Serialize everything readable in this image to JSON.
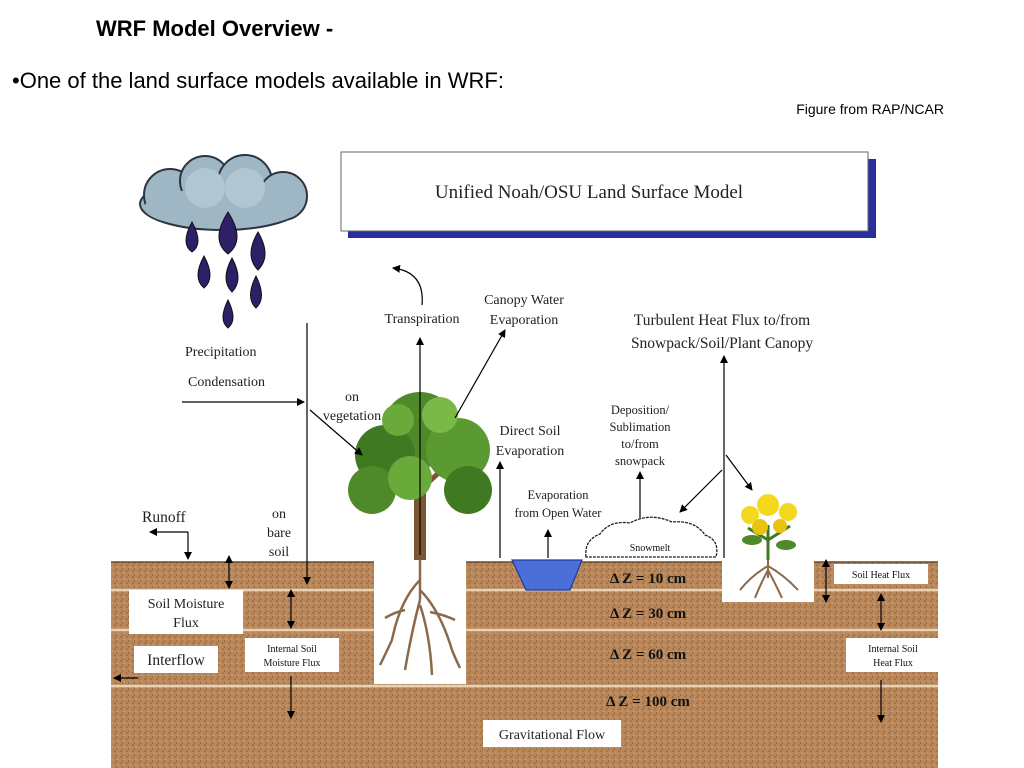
{
  "slide": {
    "title": "WRF Model Overview -",
    "bullet": "•One of the land surface models available in WRF:",
    "credit": "Figure from RAP/NCAR"
  },
  "diagram": {
    "banner_title": "Unified Noah/OSU Land Surface Model",
    "labels": {
      "precipitation": "Precipitation",
      "condensation": "Condensation",
      "on_vegetation_1": "on",
      "on_vegetation_2": "vegetation",
      "transpiration": "Transpiration",
      "canopy_water_1": "Canopy Water",
      "canopy_water_2": "Evaporation",
      "turbulent_1": "Turbulent Heat Flux to/from",
      "turbulent_2": "Snowpack/Soil/Plant Canopy",
      "direct_soil_1": "Direct Soil",
      "direct_soil_2": "Evaporation",
      "deposition_1": "Deposition/",
      "deposition_2": "Sublimation",
      "deposition_3": "to/from",
      "deposition_4": "snowpack",
      "open_water_1": "Evaporation",
      "open_water_2": "from Open Water",
      "runoff": "Runoff",
      "bare_soil_1": "on",
      "bare_soil_2": "bare",
      "bare_soil_3": "soil",
      "snowmelt": "Snowmelt",
      "soil_moisture_1": "Soil Moisture",
      "soil_moisture_2": "Flux",
      "interflow": "Interflow",
      "internal_soil_left_1": "Internal Soil",
      "internal_soil_left_2": "Moisture Flux",
      "soil_heat_flux": "Soil Heat Flux",
      "internal_soil_right_1": "Internal Soil",
      "internal_soil_right_2": "Heat Flux",
      "gravitational": "Gravitational Flow"
    },
    "layers": [
      "Δ Z = 10 cm",
      "Δ Z = 30 cm",
      "Δ Z = 60 cm",
      "Δ Z = 100 cm"
    ],
    "colors": {
      "soil": "#b9875a",
      "cloud": "#9fb6c4",
      "drops": "#2e2068",
      "banner_shadow": "#2b2f9e",
      "water": "#4a6fd8",
      "foliage": "#4f8a2a",
      "flower": "#f4d81e"
    }
  }
}
